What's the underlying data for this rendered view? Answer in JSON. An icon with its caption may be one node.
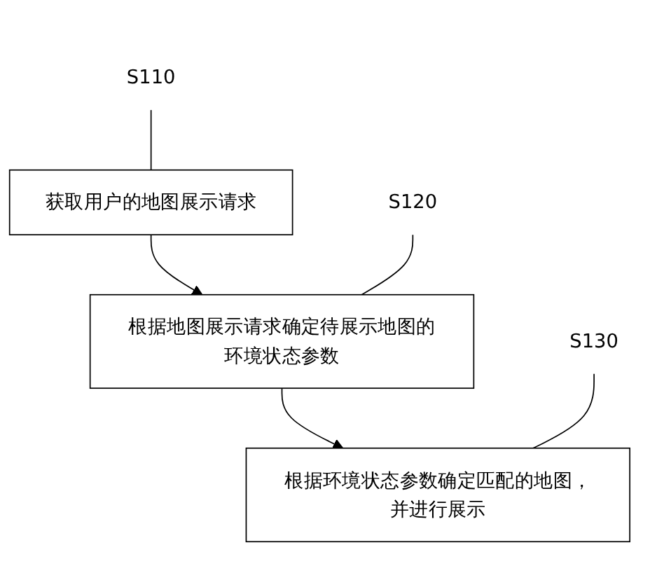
{
  "diagram": {
    "nodes": [
      {
        "text": [
          "获取用户的地图展示请求"
        ]
      },
      {
        "text": [
          "S110"
        ]
      },
      {
        "text": [
          "根据地图展示请求确定待展示地图的环境状态参数"
        ]
      },
      {
        "text": [
          "S120"
        ]
      },
      {
        "text": [
          "根据环境状态参数确定匹配的地图，并进行展示"
        ]
      },
      {
        "text": [
          "S130"
        ]
      }
    ],
    "edges": [
      {
        "from": 0,
        "to": 2,
        "arrow": "to"
      },
      {
        "from": 2,
        "to": 4,
        "arrow": "to"
      },
      {
        "from": 1,
        "to": 0,
        "arrow": "none"
      },
      {
        "from": 3,
        "to": 2,
        "arrow": "none"
      },
      {
        "from": 5,
        "to": 4,
        "arrow": "none"
      }
    ]
  }
}
